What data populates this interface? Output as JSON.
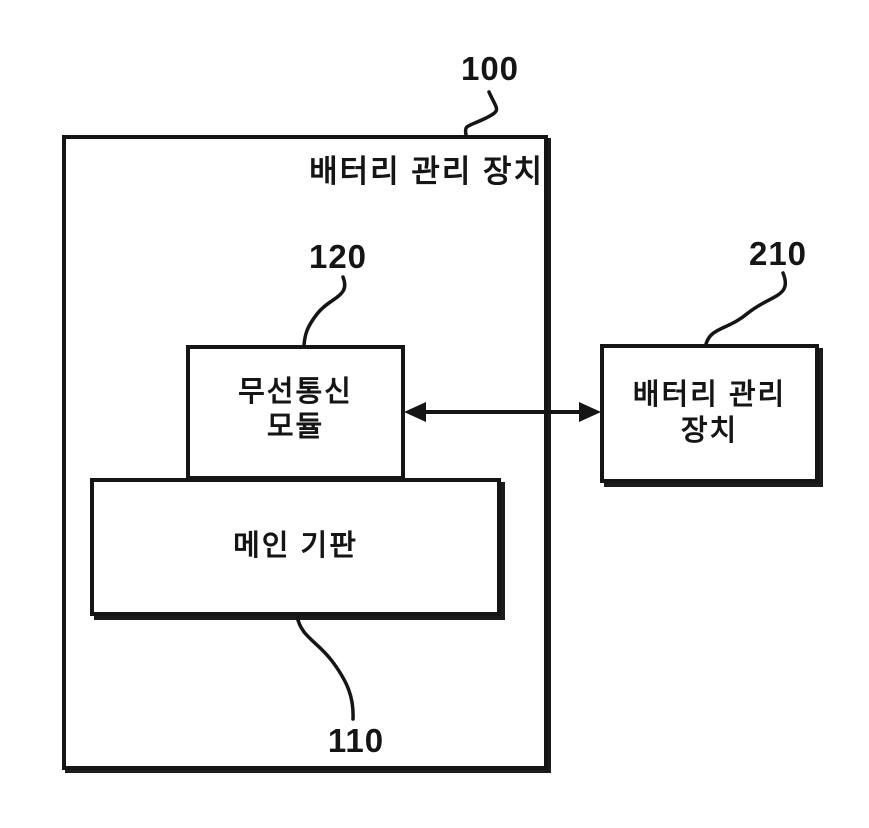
{
  "figure": {
    "refs": {
      "outer": "100",
      "module": "120",
      "main_board": "110",
      "external": "210"
    },
    "labels": {
      "outer_title": "배터리 관리 장치",
      "module_line1": "무선통신",
      "module_line2": "모듈",
      "main_board": "메인 기판",
      "external_line1": "배터리 관리",
      "external_line2": "장치"
    },
    "colors": {
      "ink": "#151515",
      "background": "#ffffff"
    }
  }
}
